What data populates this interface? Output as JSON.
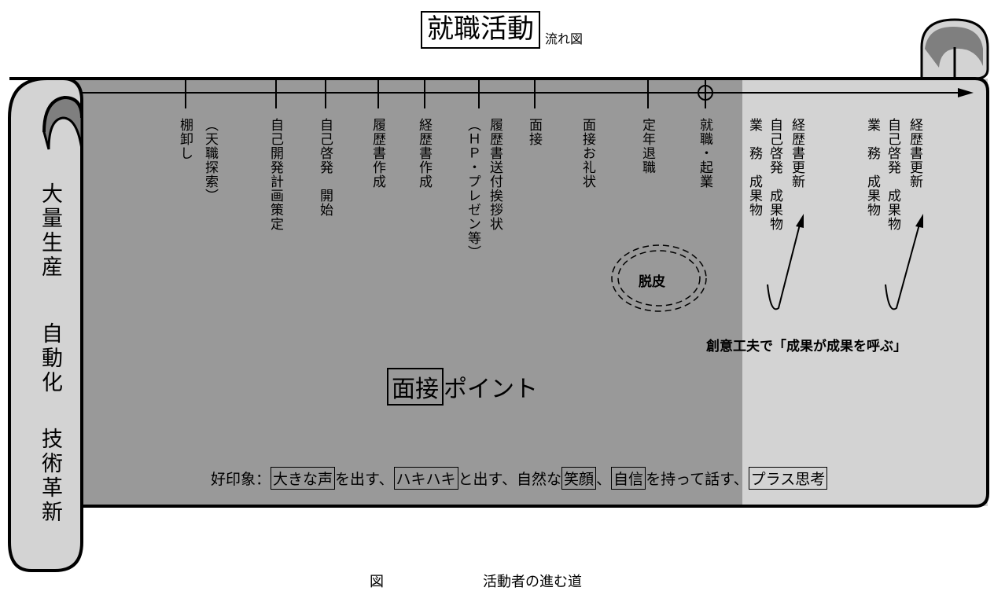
{
  "title": {
    "main": "就職活動",
    "sub": "流れ図"
  },
  "left_labels": [
    "大量生産",
    "自動化",
    "技術革新"
  ],
  "timeline_steps": [
    {
      "id": "tanaoroshi",
      "lines": [
        "棚卸し",
        "（天職探索）"
      ]
    },
    {
      "id": "keikaku",
      "lines": [
        "自己開発計画策定"
      ]
    },
    {
      "id": "keihatsu",
      "lines": [
        "自己啓発　開始"
      ]
    },
    {
      "id": "rireki",
      "lines": [
        "履歴書作成"
      ]
    },
    {
      "id": "keireki",
      "lines": [
        "経歴書作成"
      ]
    },
    {
      "id": "sofu",
      "lines": [
        "履歴書送付挨拶状",
        "（ＨＰ・プレゼン等）"
      ]
    },
    {
      "id": "mensetsu",
      "lines": [
        "面接"
      ]
    },
    {
      "id": "orei",
      "lines": [
        "面接お礼状"
      ]
    },
    {
      "id": "teinen",
      "lines": [
        "定年退職"
      ]
    },
    {
      "id": "shushoku",
      "lines": [
        "就職・起業"
      ]
    }
  ],
  "after_groups": [
    {
      "lines": [
        "業　務　成果物",
        "自己啓発　成果物",
        "経歴書更新"
      ]
    },
    {
      "lines": [
        "業　務　成果物",
        "自己啓発　成果物",
        "経歴書更新"
      ]
    }
  ],
  "dappi": "脱皮",
  "slogan": "創意工夫で「成果が成果を呼ぶ」",
  "point": {
    "boxed": "面接",
    "rest": "ポイント"
  },
  "impression": {
    "prefix": "好印象：",
    "parts": [
      {
        "text": "大きな声",
        "boxed": true
      },
      {
        "text": "を出す、",
        "boxed": false
      },
      {
        "text": "ハキハキ",
        "boxed": true
      },
      {
        "text": "と出す、自然な",
        "boxed": false
      },
      {
        "text": "笑顔",
        "boxed": true
      },
      {
        "text": "、",
        "boxed": false
      },
      {
        "text": "自信",
        "boxed": true
      },
      {
        "text": "を持って話す、",
        "boxed": false
      },
      {
        "text": "プラス思考",
        "boxed": true
      }
    ]
  },
  "caption": "図　　　　　　　活動者の進む道",
  "colors": {
    "dark_band": "#999999",
    "light_band": "#d3d3d3",
    "curl": "#7f7f7f",
    "outline": "#000000"
  }
}
